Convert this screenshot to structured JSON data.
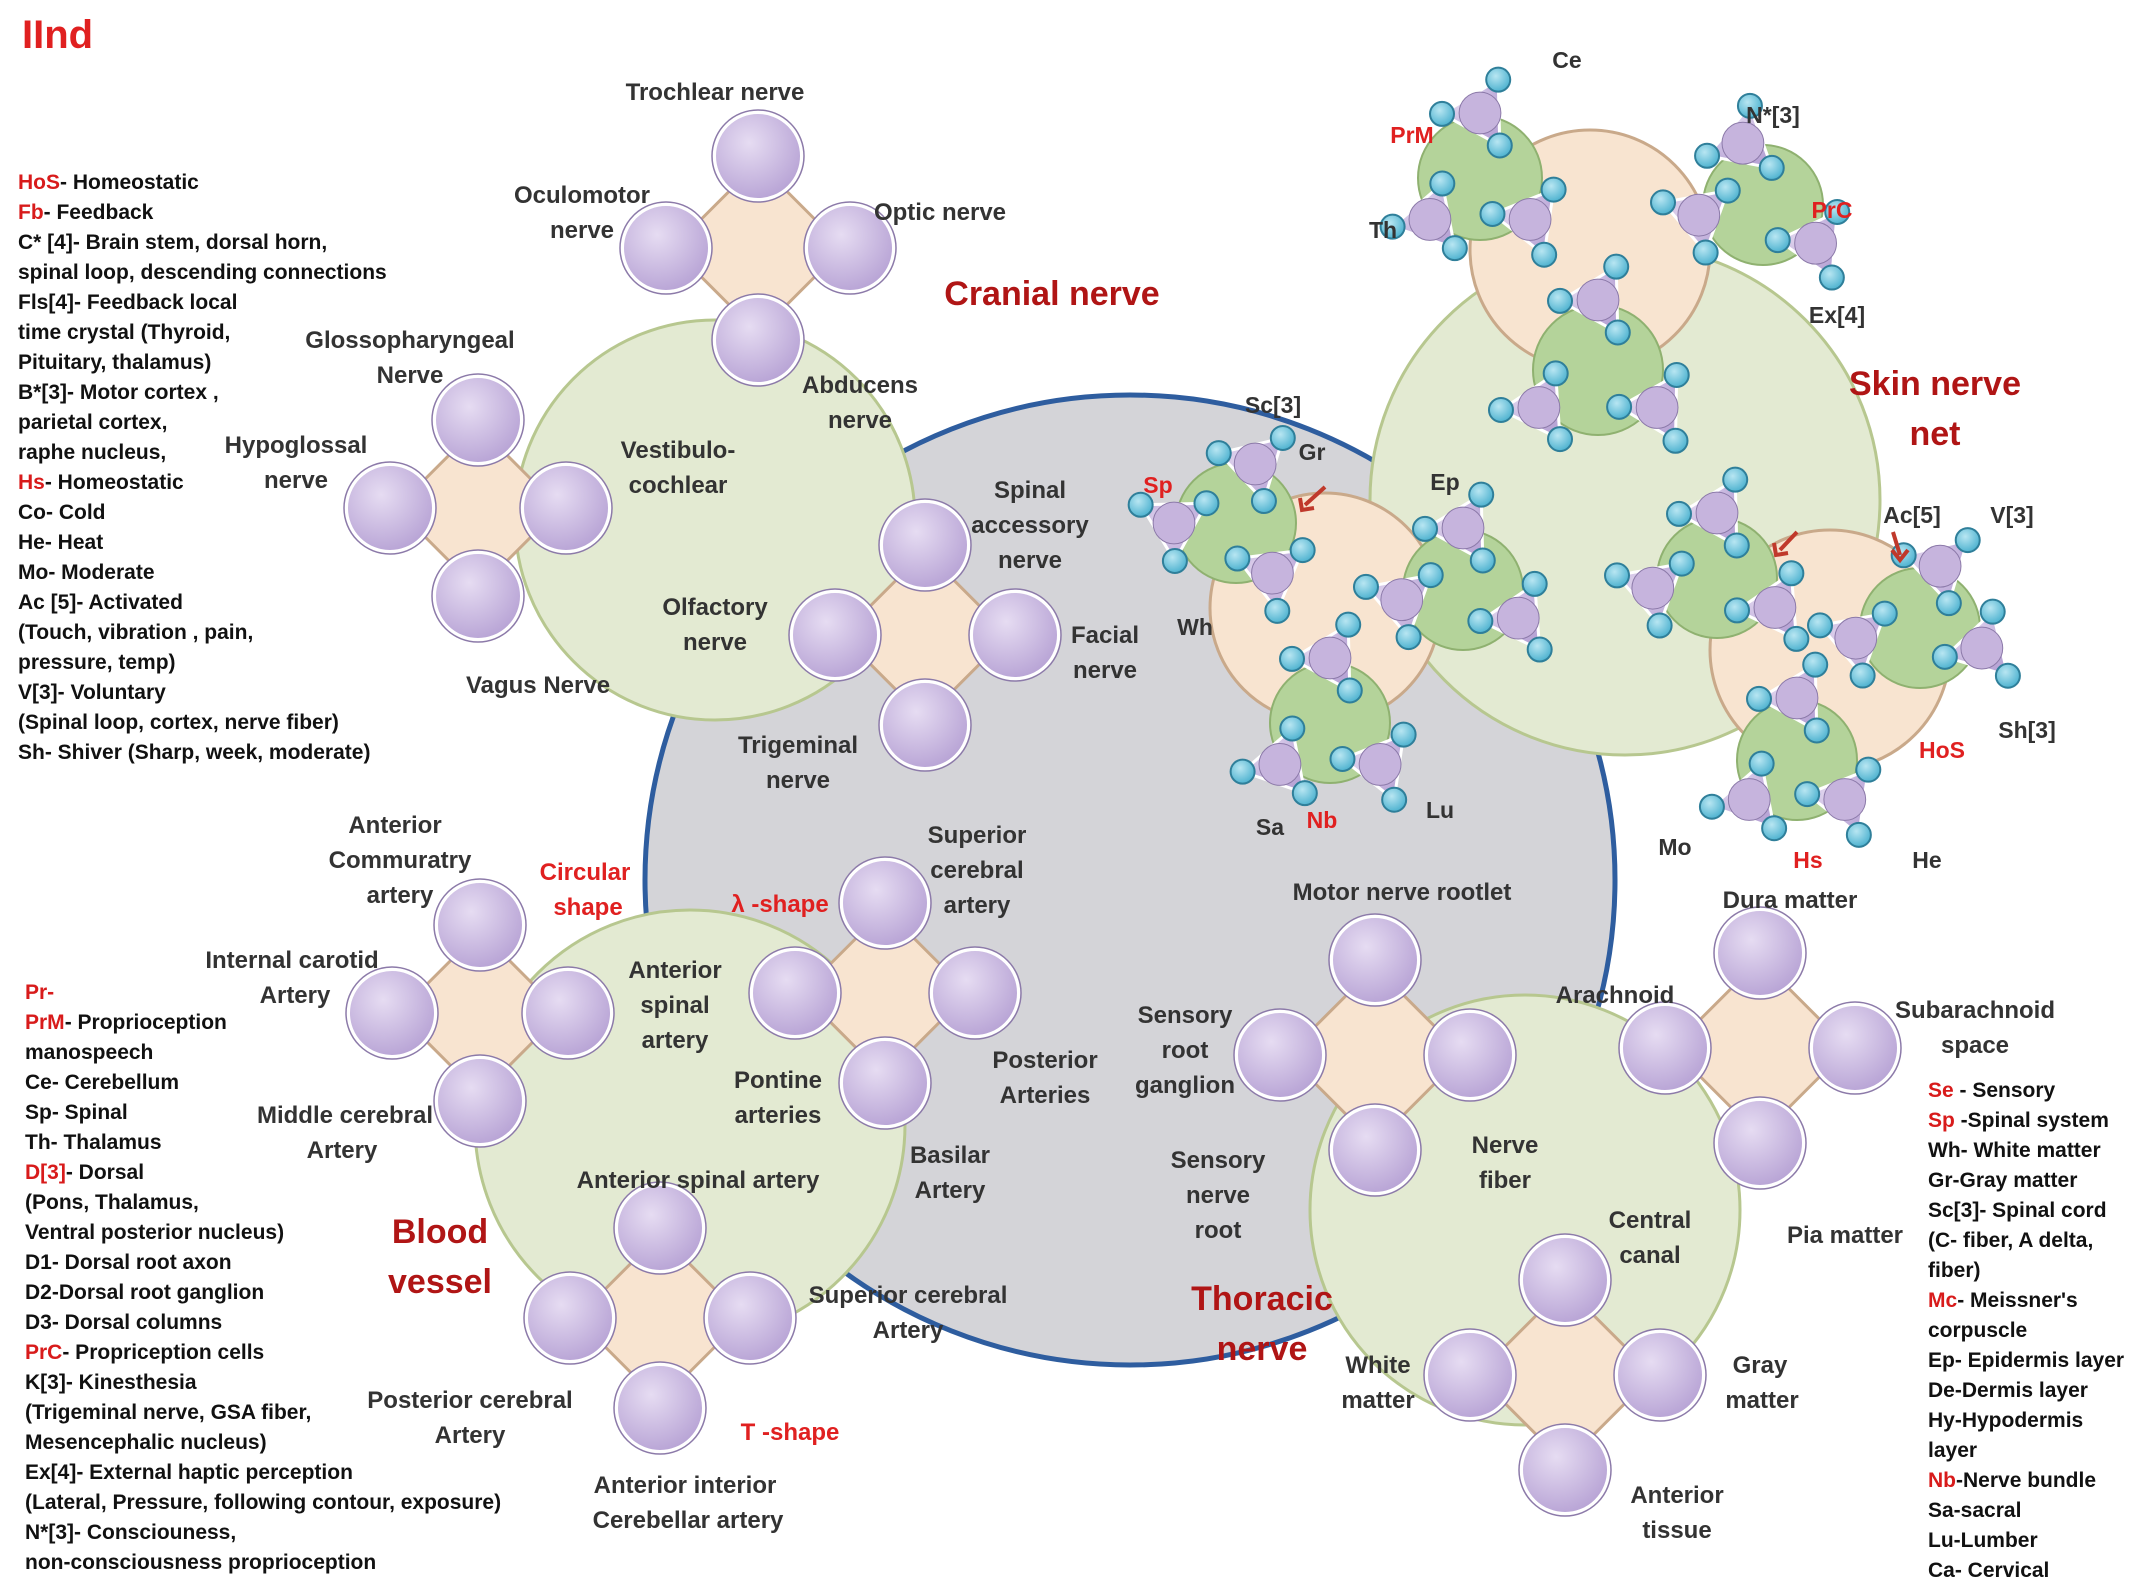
{
  "title": "IInd",
  "colors": {
    "center": "#d2d2d6",
    "ring": "#2e5d9f",
    "section": "#e3ead2",
    "section_stroke": "#9fb36f",
    "diamond": "#f8e4d0",
    "diamond_stroke": "#c9a98a",
    "node": "#c6b4dd",
    "node_stroke": "#8c7aa9",
    "skin_center": "#b4d39a",
    "teal": "#6dc2da",
    "heading": "#b01515",
    "accent": "#e02020"
  },
  "sections": {
    "cranial": {
      "heading": "Cranial nerve",
      "labels": {
        "trochlear": "Trochlear nerve",
        "oculomotor": [
          "Oculomotor",
          "nerve"
        ],
        "optic": "Optic nerve",
        "glossopharyngeal": [
          "Glossopharyngeal",
          "Nerve"
        ],
        "hypoglossal": [
          "Hypoglossal",
          "nerve"
        ],
        "vestibulocochlear": [
          "Vestibulo-",
          "cochlear"
        ],
        "abducens": [
          "Abducens",
          "nerve"
        ],
        "spinal_accessory": [
          "Spinal",
          "accessory",
          "nerve"
        ],
        "olfactory": [
          "Olfactory",
          "nerve"
        ],
        "facial": [
          "Facial",
          "nerve"
        ],
        "vagus": "Vagus Nerve",
        "trigeminal": [
          "Trigeminal",
          "nerve"
        ]
      }
    },
    "skin": {
      "heading": [
        "Skin nerve",
        "net"
      ],
      "labels": {
        "ce": "Ce",
        "prm": "PrM",
        "n3": "N*[3]",
        "prc": "PrC",
        "th": "Th",
        "ex4": "Ex[4]",
        "sc3": "Sc[3]",
        "gr": "Gr",
        "sp": "Sp",
        "ep": "Ep",
        "wh": "Wh",
        "sa": "Sa",
        "nb": "Nb",
        "lu": "Lu",
        "ac5": "Ac[5]",
        "v3": "V[3]",
        "sh3": "Sh[3]",
        "hos": "HoS",
        "mo": "Mo",
        "hs": "Hs",
        "he": "He"
      }
    },
    "blood": {
      "heading": [
        "Blood",
        "vessel"
      ],
      "labels": {
        "anterior_communicating": [
          "Anterior",
          "Commuratry",
          "artery"
        ],
        "circular": [
          "Circular",
          "shape"
        ],
        "lambda": "λ -shape",
        "superior_cerebral_artery": [
          "Superior",
          "cerebral",
          "artery"
        ],
        "internal_carotid": [
          "Internal carotid",
          "Artery"
        ],
        "anterior_spinal": [
          "Anterior",
          "spinal",
          "artery"
        ],
        "posterior_arteries": [
          "Posterior",
          "Arteries"
        ],
        "pontine": [
          "Pontine",
          "arteries"
        ],
        "middle_cerebral": [
          "Middle cerebral",
          "Artery"
        ],
        "basilar": [
          "Basilar",
          "Artery"
        ],
        "anterior_spinal_artery": "Anterior spinal artery",
        "superior_cerebral_artery2": [
          "Superior cerebral",
          "Artery"
        ],
        "posterior_cerebral": [
          "Posterior cerebral",
          "Artery"
        ],
        "t_shape": "T -shape",
        "anterior_interior": [
          "Anterior interior",
          "Cerebellar artery"
        ]
      }
    },
    "thoracic": {
      "heading": [
        "Thoracic",
        "nerve"
      ],
      "labels": {
        "motor_rootlet": "Motor nerve rootlet",
        "dura": "Dura matter",
        "sensory_root_ganglion": [
          "Sensory",
          "root",
          "ganglion"
        ],
        "arachnoid": "Arachnoid",
        "subarachnoid": [
          "Subarachnoid",
          "space"
        ],
        "nerve_fiber": [
          "Nerve",
          "fiber"
        ],
        "sensory_nerve_root": [
          "Sensory",
          "nerve",
          "root"
        ],
        "central_canal": [
          "Central",
          "canal"
        ],
        "pia": "Pia matter",
        "white": [
          "White",
          "matter"
        ],
        "gray": [
          "Gray",
          "matter"
        ],
        "anterior_tissue": [
          "Anterior",
          "tissue"
        ]
      }
    }
  },
  "legend_left_top": [
    {
      "key": "HoS",
      "text": "- Homeostatic"
    },
    {
      "key": "Fb",
      "text": "- Feedback"
    },
    {
      "text": "C* [4]-  Brain stem, dorsal horn,"
    },
    {
      "text": "spinal loop, descending connections"
    },
    {
      "text": "Fls[4]- Feedback local"
    },
    {
      "text": "time crystal (Thyroid,"
    },
    {
      "text": "Pituitary, thalamus)"
    },
    {
      "text": "B*[3]- Motor cortex ,"
    },
    {
      "text": " parietal cortex,"
    },
    {
      "text": "raphe nucleus,"
    },
    {
      "key": "Hs",
      "text": "- Homeostatic"
    },
    {
      "text": "Co- Cold"
    },
    {
      "text": "He- Heat"
    },
    {
      "text": "Mo- Moderate"
    },
    {
      "text": "Ac [5]- Activated"
    },
    {
      "text": "(Touch, vibration , pain,"
    },
    {
      "text": " pressure, temp)"
    },
    {
      "text": "V[3]- Voluntary"
    },
    {
      "text": "(Spinal loop, cortex, nerve fiber)"
    },
    {
      "text": "Sh- Shiver (Sharp, week, moderate)"
    }
  ],
  "legend_left_bottom": [
    {
      "key": "Pr-",
      "text": ""
    },
    {
      "key": "PrM",
      "text": "- Proprioception"
    },
    {
      "text": "manospeech"
    },
    {
      "text": "Ce- Cerebellum"
    },
    {
      "text": "Sp- Spinal"
    },
    {
      "text": "Th- Thalamus"
    },
    {
      "key": "D[3]",
      "text": "- Dorsal"
    },
    {
      "text": "(Pons, Thalamus,"
    },
    {
      "text": "Ventral posterior nucleus)"
    },
    {
      "text": "D1- Dorsal root axon"
    },
    {
      "text": "D2-Dorsal root ganglion"
    },
    {
      "text": "D3- Dorsal columns"
    },
    {
      "key": "PrC",
      "text": "- Propriception cells"
    },
    {
      "text": "K[3]- Kinesthesia"
    },
    {
      "text": " (Trigeminal nerve,  GSA fiber,"
    },
    {
      "text": "  Mesencephalic nucleus)"
    },
    {
      "text": "Ex[4]- External haptic perception"
    },
    {
      "text": "(Lateral, Pressure, following contour, exposure)"
    },
    {
      "text": "N*[3]-  Consciouness,"
    },
    {
      "text": "non-consciousness proprioception"
    }
  ],
  "legend_right": [
    {
      "key": "Se",
      "text": " - Sensory"
    },
    {
      "key": "Sp",
      "text": " -Spinal system"
    },
    {
      "text": "Wh- White matter"
    },
    {
      "text": "Gr-Gray matter"
    },
    {
      "text": "Sc[3]- Spinal cord"
    },
    {
      "text": "(C- fiber, A delta,"
    },
    {
      "text": "fiber)"
    },
    {
      "key": "Mc",
      "text": "- Meissner's"
    },
    {
      "text": "corpuscle"
    },
    {
      "text": "Ep- Epidermis layer"
    },
    {
      "text": "De-Dermis layer"
    },
    {
      "text": "Hy-Hypodermis"
    },
    {
      "text": "layer"
    },
    {
      "key": "Nb",
      "text": "-Nerve bundle"
    },
    {
      "text": "Sa-sacral"
    },
    {
      "text": "Lu-Lumber"
    },
    {
      "text": "Ca- Cervical"
    }
  ]
}
